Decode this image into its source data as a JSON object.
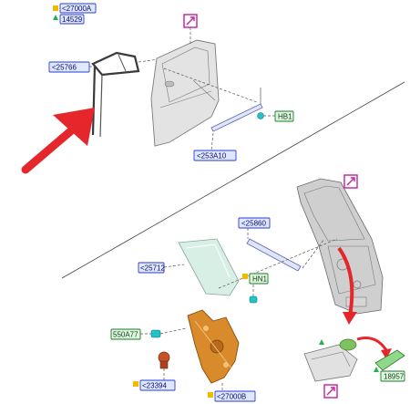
{
  "legend": {
    "items": [
      {
        "code": "<27000A",
        "marker_color": "#f2b900"
      },
      {
        "code": "14529",
        "marker_color": "#22b14c"
      }
    ]
  },
  "callouts": {
    "upper_weatherstrip": "<25766",
    "glass_run": "<253A10",
    "clip_upper": "HB1",
    "belt_moulding": "<25860",
    "window_glass": "<25712",
    "clip_glass": "HN1",
    "regulator_clip": "550A77",
    "motor": "<23394",
    "regulator": "<27000B",
    "handle": "18957"
  },
  "colors": {
    "accent_arrow": "#e5262a",
    "tag_blue": "#2a3bd8",
    "tag_green": "#1a7a2a",
    "highlight_magenta": "#c81e9a",
    "regulator_orange": "#d98a2b"
  }
}
